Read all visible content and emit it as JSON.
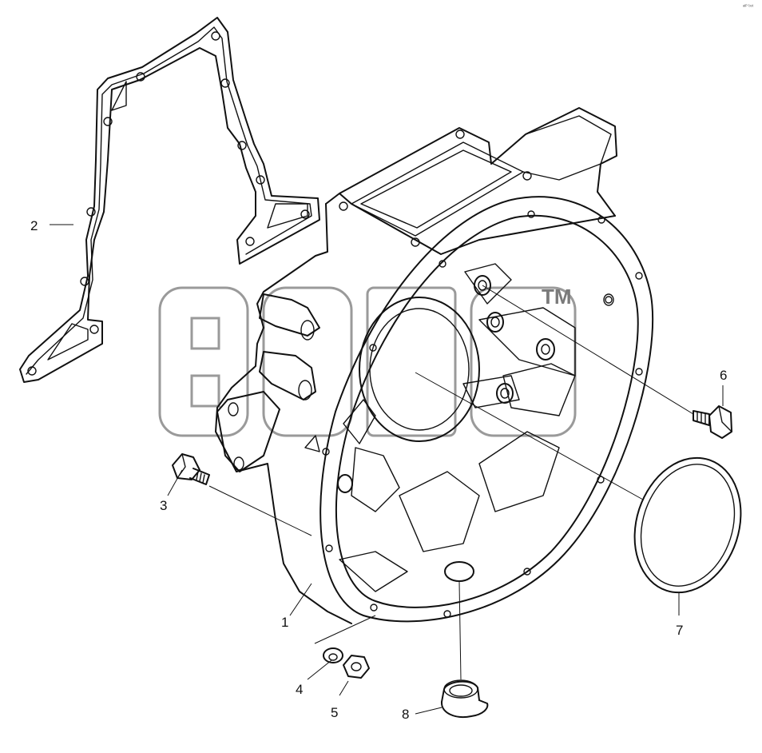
{
  "callouts": [
    {
      "id": "1",
      "label": "1",
      "part": "flywheel-housing"
    },
    {
      "id": "2",
      "label": "2",
      "part": "gasket"
    },
    {
      "id": "3",
      "label": "3",
      "part": "bolt"
    },
    {
      "id": "4",
      "label": "4",
      "part": "washer"
    },
    {
      "id": "5",
      "label": "5",
      "part": "nut"
    },
    {
      "id": "6",
      "label": "6",
      "part": "plug-bolt"
    },
    {
      "id": "7",
      "label": "7",
      "part": "seal-ring"
    },
    {
      "id": "8",
      "label": "8",
      "part": "grommet"
    }
  ],
  "watermark": {
    "trademark": "TM"
  },
  "corner_mark": "ᵃᴵᴾ ᵇᵒᵗ",
  "colors": {
    "line": "#111111",
    "watermark": "#9a9a9a",
    "background": "#ffffff"
  }
}
